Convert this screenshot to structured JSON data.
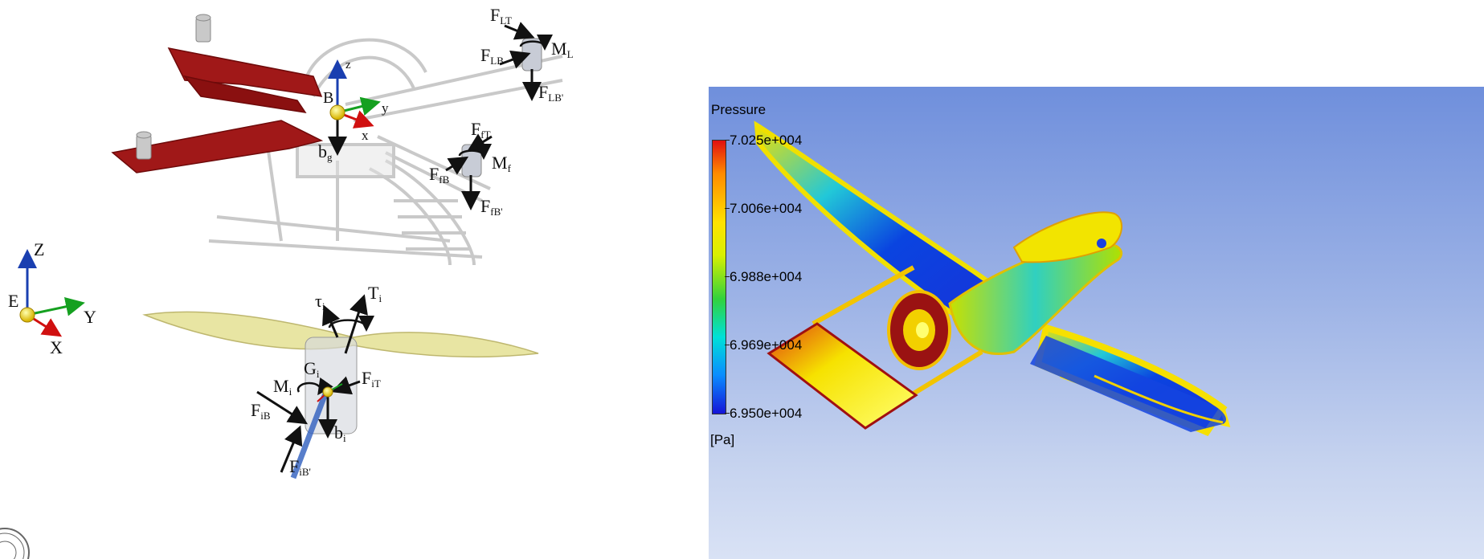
{
  "drone_labels": {
    "F_LT": {
      "main": "F",
      "sub": "LT"
    },
    "F_LB": {
      "main": "F",
      "sub": "LB"
    },
    "M_L": {
      "main": "M",
      "sub": "L"
    },
    "F_LBp": {
      "main": "F",
      "sub": "LB'"
    },
    "B": "B",
    "z": "z",
    "y": "y",
    "x": "x",
    "b_g": {
      "main": "b",
      "sub": "g"
    },
    "F_fT": {
      "main": "F",
      "sub": "fT"
    },
    "M_f": {
      "main": "M",
      "sub": "f"
    },
    "F_fB": {
      "main": "F",
      "sub": "fB"
    },
    "F_fBp": {
      "main": "F",
      "sub": "fB'"
    }
  },
  "earth_frame": {
    "Z": "Z",
    "E": "E",
    "Y": "Y",
    "X": "X"
  },
  "rotor_labels": {
    "tau_i": {
      "main": "τ",
      "sub": "i"
    },
    "T_i": {
      "main": "T",
      "sub": "i"
    },
    "G_i": {
      "main": "G",
      "sub": "i"
    },
    "M_i": {
      "main": "M",
      "sub": "i"
    },
    "F_iT": {
      "main": "F",
      "sub": "iT"
    },
    "F_iB": {
      "main": "F",
      "sub": "iB"
    },
    "b_i": {
      "main": "b",
      "sub": "i"
    },
    "F_iBp": {
      "main": "F",
      "sub": "iB'"
    }
  },
  "legend": {
    "title": "Pressure",
    "values": [
      "7.025e+004",
      "7.006e+004",
      "6.988e+004",
      "6.969e+004",
      "6.950e+004"
    ],
    "unit": "[Pa]"
  },
  "colors": {
    "frame_red": "#a01818",
    "cfd_background_top": "#6f8fdc",
    "cfd_background_bottom": "#d9e2f5"
  }
}
